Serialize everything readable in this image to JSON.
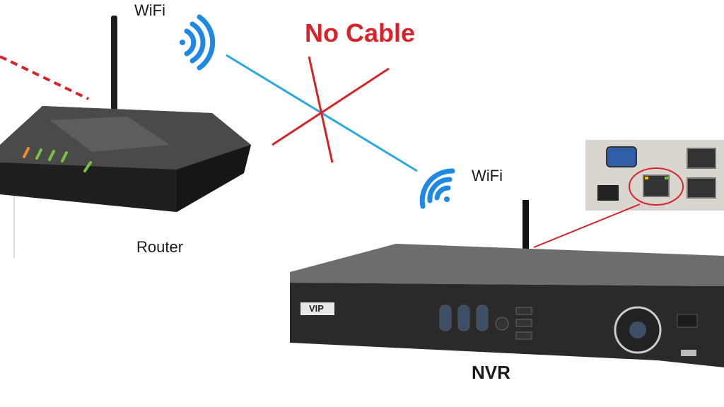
{
  "labels": {
    "wifi_router": "WiFi",
    "router": "Router",
    "no_cable": "No Cable",
    "wifi_nvr": "WiFi",
    "nvr": "NVR",
    "nvr_logo": "VIP"
  },
  "colors": {
    "wifi_link": "#2aa8df",
    "cross": "#d8232a",
    "no_cable_text": "#d8232a",
    "wifi_icon": "#1e88e5"
  },
  "icons": [
    "wifi-icon",
    "wifi-icon",
    "cross-icon",
    "ethernet-port-icon"
  ]
}
